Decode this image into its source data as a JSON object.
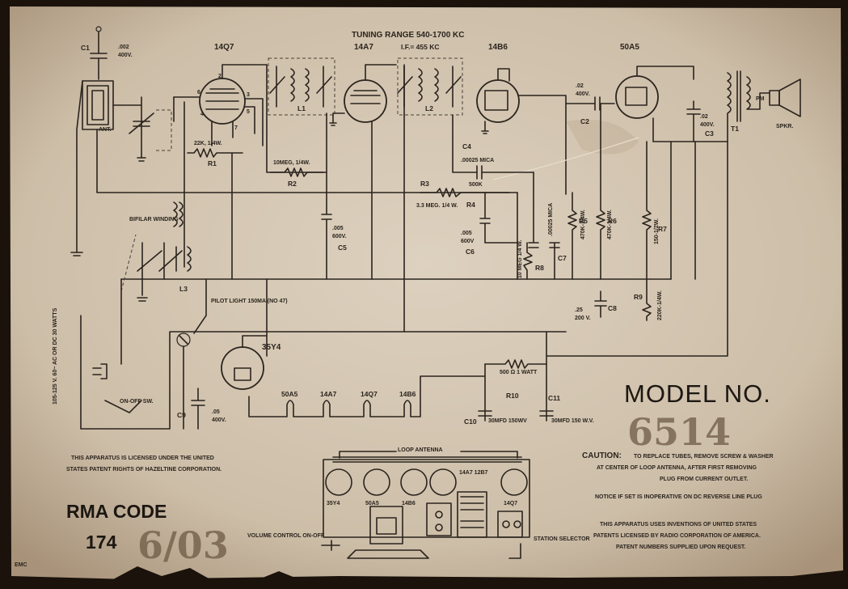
{
  "header": {
    "tuning_range": "TUNING RANGE 540-1700 KC",
    "if_freq": "I.F.= 455 KC"
  },
  "tubes": {
    "t1": "14Q7",
    "t2": "14A7",
    "t3": "14B6",
    "t4": "50A5",
    "t5": "35Y4"
  },
  "components": {
    "c1": "C1",
    "c1_value": ".002",
    "c1_volt": "400V.",
    "ant": "ANT.",
    "r1": "R1",
    "r1_value": "22K, 1/4W.",
    "r2": "R2",
    "r2_value": "10MEG, 1/4W.",
    "l1": "L1",
    "l2": "L2",
    "l3": "L3",
    "c2": "C2",
    "c2_value": ".02",
    "c2_volt": "400V.",
    "c3": "C3",
    "c3_value": ".02",
    "c3_volt": "400V.",
    "t1x": "T1",
    "pm": "PM",
    "spkr": "SPKR.",
    "c4": "C4",
    "c4_value": ".00025 MICA",
    "r3": "R3",
    "r3_value": "3.3 MEG. 1/4 W.",
    "r4": "R4",
    "r4_value": "500K",
    "c5": "C5",
    "c5_value": ".005",
    "c5_volt": "600V.",
    "c6": "C6",
    "c6_value": ".005",
    "c6_volt": "600V",
    "c7": "C7",
    "c7_value": ".00025 MICA",
    "r5": "R5",
    "r5_value": "470K-1/4W.",
    "r6": "R6",
    "r6_value": "470K-1/4W.",
    "r7": "R7",
    "r7_value": "150-1/2W.",
    "r8": "R8",
    "r8_value": "10 MEG 1/4 W.",
    "r9": "R9",
    "r9_value": "220K-1/4W.",
    "c8": "C8",
    "c8_value": ".25",
    "c8_volt": "200 V.",
    "bifilar": "BIFILAR WINDING",
    "pilot": "PILOT LIGHT 150MA (NO 47)",
    "r10": "R10",
    "r10_value": "500 Ω 1 WATT",
    "c9": "C9",
    "c9_value": ".05",
    "c9_volt": "400V.",
    "c10": "C10",
    "c10_value": "30MFD 150WV",
    "c11": "C11",
    "c11_value": "30MFD 150 W.V.",
    "onoff": "ON-OFF SW.",
    "power": "105-125 V. 60~ AC OR DC 30 WATTS"
  },
  "heater_string": [
    "50A5",
    "14A7",
    "14Q7",
    "14B6"
  ],
  "model": {
    "label": "MODEL NO.",
    "number": "6514"
  },
  "notices": {
    "hazeltine_1": "THIS APPARATUS IS LICENSED UNDER THE UNITED",
    "hazeltine_2": "STATES PATENT RIGHTS OF HAZELTINE CORPORATION.",
    "caution_head": "CAUTION:",
    "caution_1": "TO REPLACE TUBES, REMOVE SCREW & WASHER",
    "caution_2": "AT CENTER OF LOOP ANTENNA, AFTER FIRST REMOVING",
    "caution_3": "PLUG FROM CURRENT OUTLET.",
    "notice": "NOTICE IF SET IS INOPERATIVE ON DC REVERSE LINE PLUG",
    "rca_1": "THIS APPARATUS USES INVENTIONS OF UNITED STATES",
    "rca_2": "PATENTS LICENSED BY RADIO CORPORATION OF AMERICA.",
    "rca_3": "PATENT NUMBERS SUPPLIED UPON REQUEST."
  },
  "layout_diagram": {
    "loop_antenna": "LOOP ANTENNA",
    "sockets": [
      "35Y4",
      "50A5",
      "14B6",
      "14A7 12B7",
      "14Q7"
    ],
    "volume_control": "VOLUME CONTROL ON-OFF",
    "station_selector": "STATION SELECTOR"
  },
  "rma": {
    "label": "RMA CODE",
    "number": "174",
    "stamp": "6/03"
  },
  "maker": "EMC",
  "colors": {
    "paper": "#d8cbb8",
    "ink": "#2b241e",
    "stamp": "#6e5a45",
    "border": "#1a120b"
  }
}
